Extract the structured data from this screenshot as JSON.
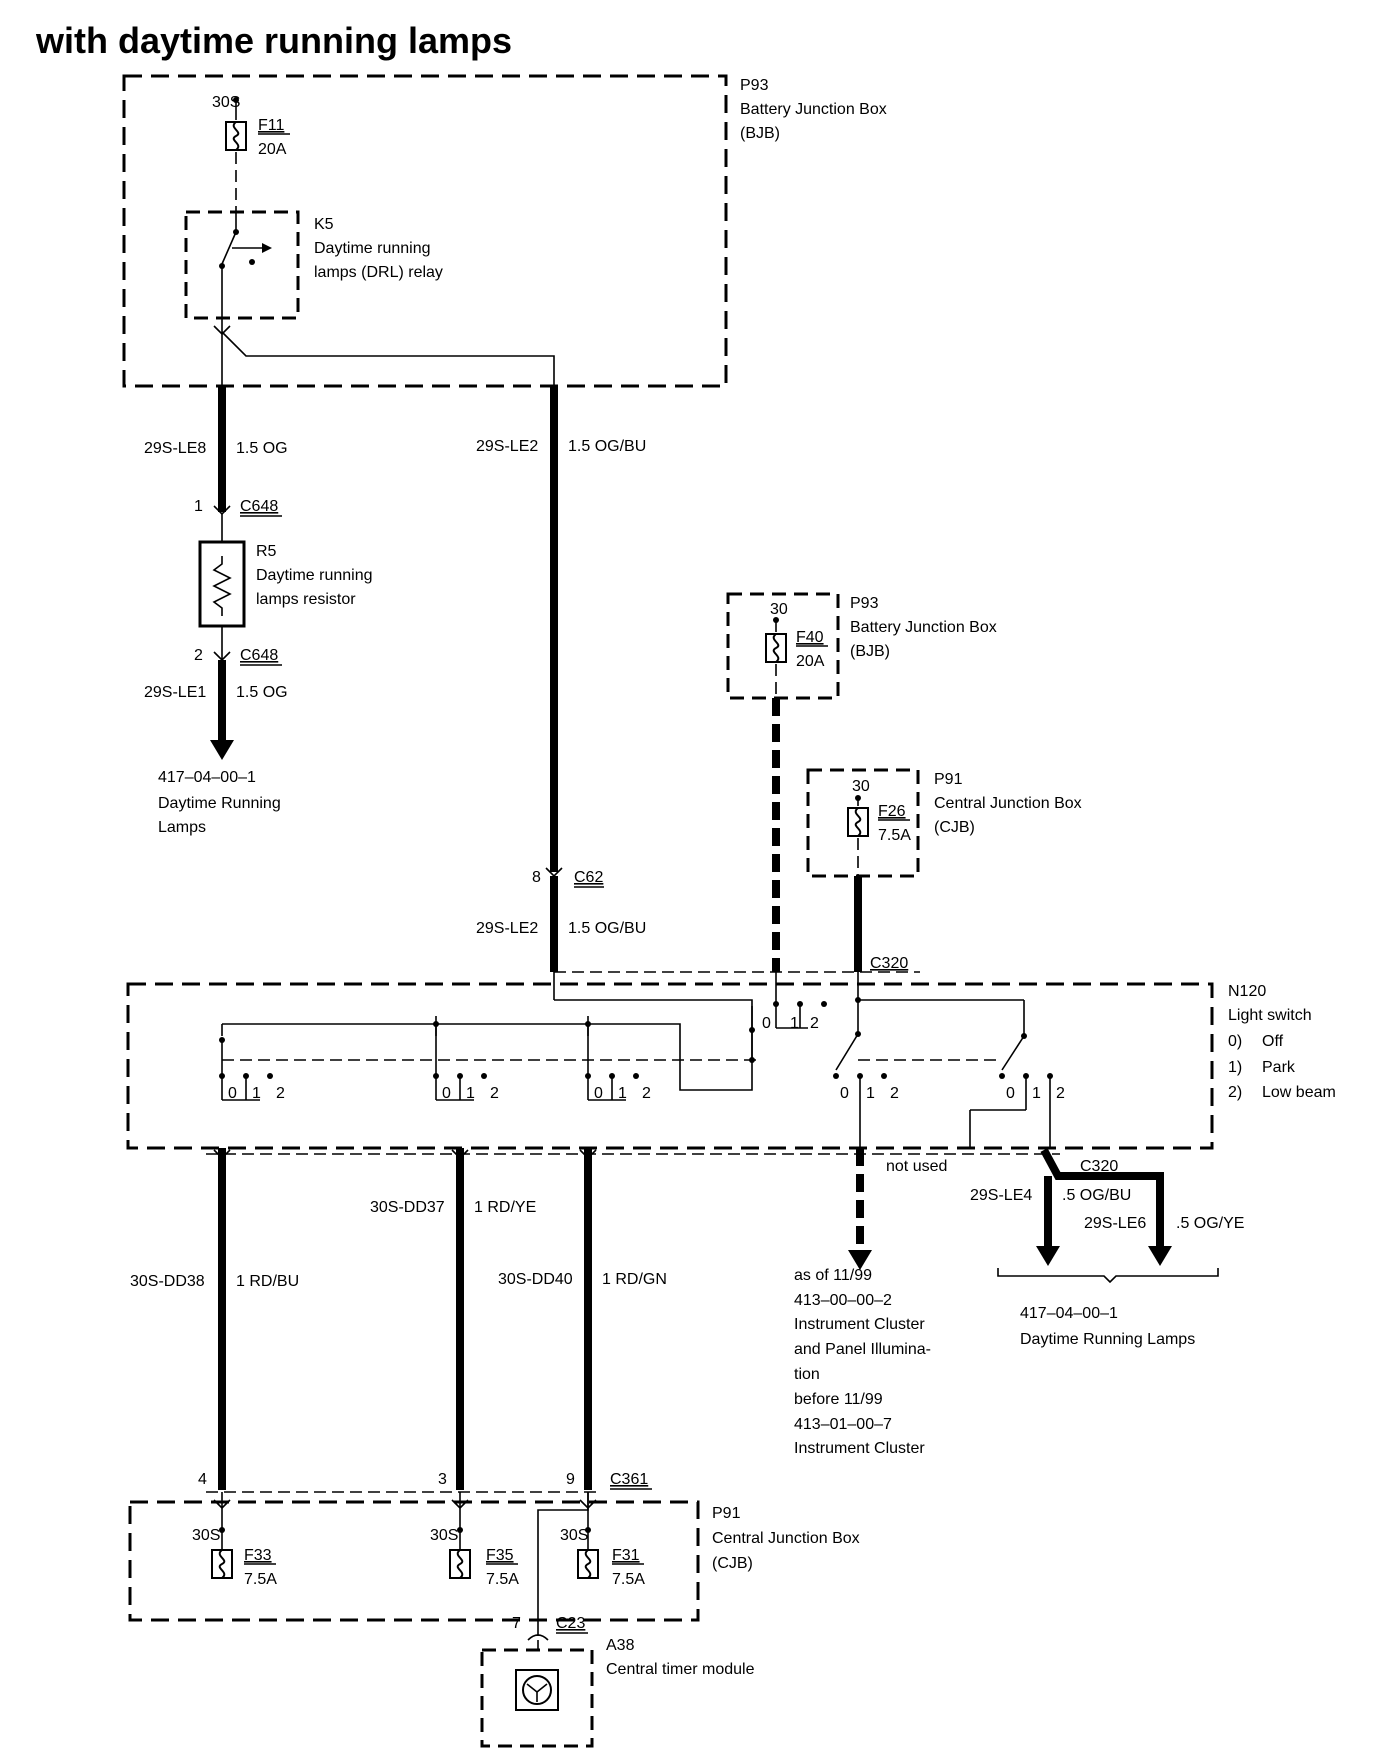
{
  "title": "with daytime running lamps",
  "bjb_top": {
    "id": "P93",
    "name": "Battery Junction Box",
    "abbr": "(BJB)",
    "supply": "30S",
    "fuse": "F11",
    "rating": "20A"
  },
  "relay": {
    "id": "K5",
    "line1": "Daytime running",
    "line2": "lamps (DRL) relay"
  },
  "wire_le8": {
    "circuit": "29S-LE8",
    "spec": "1.5 OG"
  },
  "wire_le2_top": {
    "circuit": "29S-LE2",
    "spec": "1.5 OG/BU"
  },
  "c648_top": {
    "pin": "1",
    "connector": "C648"
  },
  "resistor": {
    "id": "R5",
    "line1": "Daytime running",
    "line2": "lamps resistor"
  },
  "c648_bottom": {
    "pin": "2",
    "connector": "C648"
  },
  "wire_le1": {
    "circuit": "29S-LE1",
    "spec": "1.5 OG"
  },
  "ref_drl_left": {
    "code": "417–04–00–1",
    "line1": "Daytime Running",
    "line2": "Lamps"
  },
  "bjb_mid": {
    "id": "P93",
    "name": "Battery Junction Box",
    "abbr": "(BJB)",
    "supply": "30",
    "fuse": "F40",
    "rating": "20A"
  },
  "cjb_mid": {
    "id": "P91",
    "name": "Central Junction Box",
    "abbr": "(CJB)",
    "supply": "30",
    "fuse": "F26",
    "rating": "7.5A"
  },
  "c62": {
    "pin": "8",
    "connector": "C62"
  },
  "wire_le2_mid": {
    "circuit": "29S-LE2",
    "spec": "1.5 OG/BU"
  },
  "c320_top": "C320",
  "light_switch": {
    "id": "N120",
    "name": "Light switch",
    "positions": [
      {
        "num": "0)",
        "label": "Off"
      },
      {
        "num": "1)",
        "label": "Park"
      },
      {
        "num": "2)",
        "label": "Low beam"
      }
    ],
    "contact_labels": [
      "0",
      "1",
      "2"
    ]
  },
  "not_used": "not used",
  "c320_bottom": "C320",
  "wire_le4": {
    "circuit": "29S-LE4",
    "spec": ".5 OG/BU"
  },
  "wire_le6": {
    "circuit": "29S-LE6",
    "spec": ".5 OG/YE"
  },
  "ref_drl_right": {
    "code": "417–04–00–1",
    "name": "Daytime Running Lamps"
  },
  "ref_cluster": [
    "as of 11/99",
    "413–00–00–2",
    "Instrument Cluster",
    "and Panel Illumina-",
    "tion",
    "before 11/99",
    "413–01–00–7",
    "Instrument Cluster"
  ],
  "wire_dd38": {
    "circuit": "30S-DD38",
    "spec": "1 RD/BU"
  },
  "wire_dd37": {
    "circuit": "30S-DD37",
    "spec": "1 RD/YE"
  },
  "wire_dd40": {
    "circuit": "30S-DD40",
    "spec": "1 RD/GN"
  },
  "c361": {
    "pins": [
      "4",
      "3",
      "9"
    ],
    "connector": "C361"
  },
  "cjb_bottom": {
    "id": "P91",
    "name": "Central Junction Box",
    "abbr": "(CJB)",
    "supply": "30S",
    "fuses": [
      {
        "fuse": "F33",
        "rating": "7.5A"
      },
      {
        "fuse": "F35",
        "rating": "7.5A"
      },
      {
        "fuse": "F31",
        "rating": "7.5A"
      }
    ]
  },
  "c23": {
    "pin": "7",
    "connector": "C23"
  },
  "timer": {
    "id": "A38",
    "name": "Central timer module"
  }
}
